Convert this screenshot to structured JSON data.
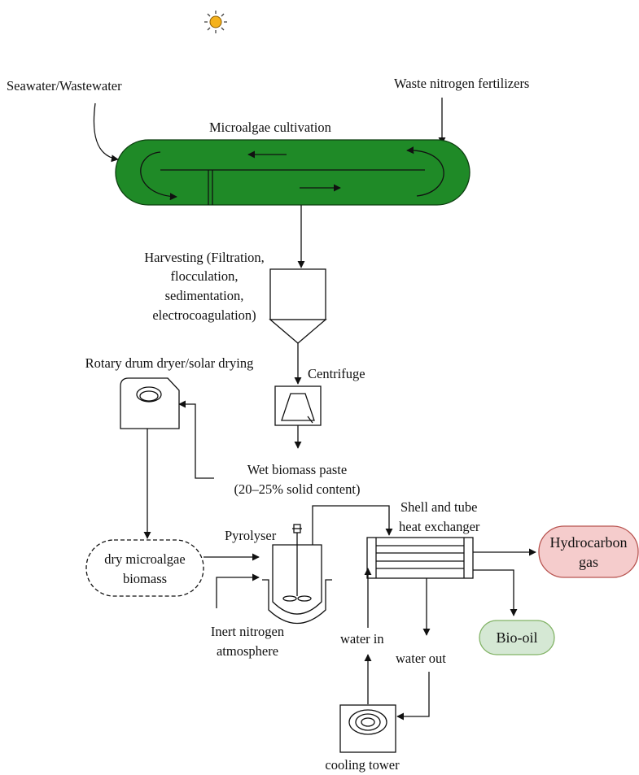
{
  "colors": {
    "pond_fill": "#1f8a27",
    "sun_fill": "#f5b21c",
    "gas_fill": "#f5cccc",
    "gas_stroke": "#b85450",
    "oil_fill": "#d5e8d4",
    "oil_stroke": "#82b366",
    "line": "#111111"
  },
  "icons": {
    "sun": "sun-icon",
    "fan": "fan-icon"
  },
  "labels": {
    "seawater": "Seawater/Wastewater",
    "fertilizers": "Waste nitrogen fertilizers",
    "cultivation": "Microalgae cultivation",
    "harvesting_1": "Harvesting (Filtration,",
    "harvesting_2": "flocculation,",
    "harvesting_3": "sedimentation,",
    "harvesting_4": "electrocoagulation)",
    "dryer": "Rotary drum dryer/solar drying",
    "centrifuge": "Centrifuge",
    "paste_1": "Wet biomass paste",
    "paste_2": "(20–25% solid content)",
    "heat_exchanger_1": "Shell and tube",
    "heat_exchanger_2": "heat exchanger",
    "pyrolyser": "Pyrolyser",
    "dry_biomass_1": "dry microalgae",
    "dry_biomass_2": "biomass",
    "hydrocarbon_1": "Hydrocarbon",
    "hydrocarbon_2": "gas",
    "nitrogen_1": "Inert nitrogen",
    "nitrogen_2": "atmosphere",
    "water_in": "water in",
    "bio_oil": "Bio-oil",
    "water_out": "water out",
    "cooling_tower": "cooling tower"
  }
}
